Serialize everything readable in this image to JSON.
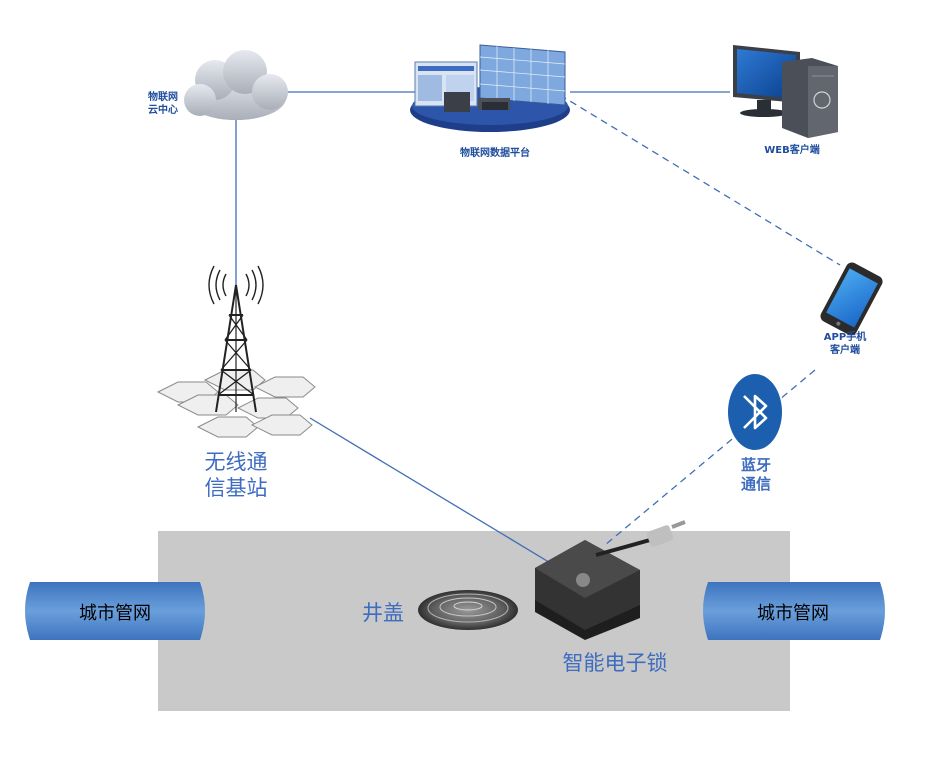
{
  "nodes": {
    "cloud": {
      "label_line1": "物联网",
      "label_line2": "云中心"
    },
    "platform": {
      "label": "物联网数据平台"
    },
    "web_client": {
      "label": "WEB客户端"
    },
    "phone": {
      "label_line1": "APP手机",
      "label_line2": "客户端"
    },
    "bluetooth": {
      "label_line1": "蓝牙",
      "label_line2": "通信"
    },
    "base_station": {
      "label_line1": "无线通",
      "label_line2": "信基站"
    },
    "manhole_cover": {
      "label": "井盖"
    },
    "smart_lock": {
      "label": "智能电子锁"
    },
    "pipe_left": {
      "label": "城市管网"
    },
    "pipe_right": {
      "label": "城市管网"
    }
  },
  "colors": {
    "link_line": "#3f6fb5",
    "pipe_fill": "#5b8fd0",
    "ground_fill": "#c9c9c9",
    "label_blue": "#3d6cc0"
  }
}
